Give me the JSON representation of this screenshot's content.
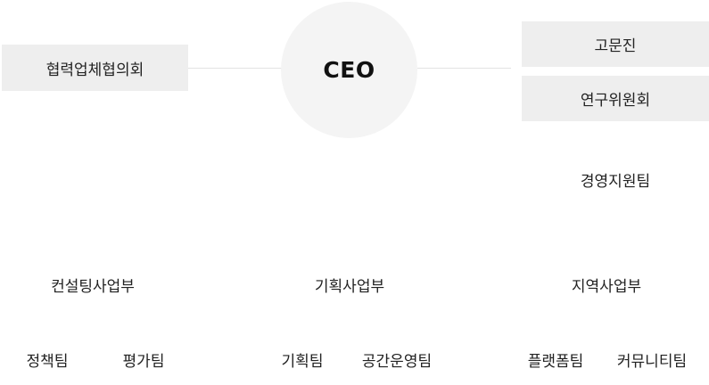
{
  "ceo": {
    "label": "CEO"
  },
  "left_committee": {
    "label": "협력업체협의회"
  },
  "right_top": {
    "advisor": "고문진",
    "research_committee": "연구위원회",
    "management_support": "경영지원팀"
  },
  "divisions": [
    {
      "name": "컨설팅사업부",
      "teams": [
        "정책팀",
        "평가팀"
      ]
    },
    {
      "name": "기획사업부",
      "teams": [
        "기획팀",
        "공간운영팀"
      ]
    },
    {
      "name": "지역사업부",
      "teams": [
        "플랫폼팀",
        "커뮤니티팀"
      ]
    }
  ],
  "colors": {
    "box_background": "#eeeeee",
    "ceo_background": "#f4f4f4",
    "connector": "#e2e2e2",
    "text": "#222222"
  }
}
